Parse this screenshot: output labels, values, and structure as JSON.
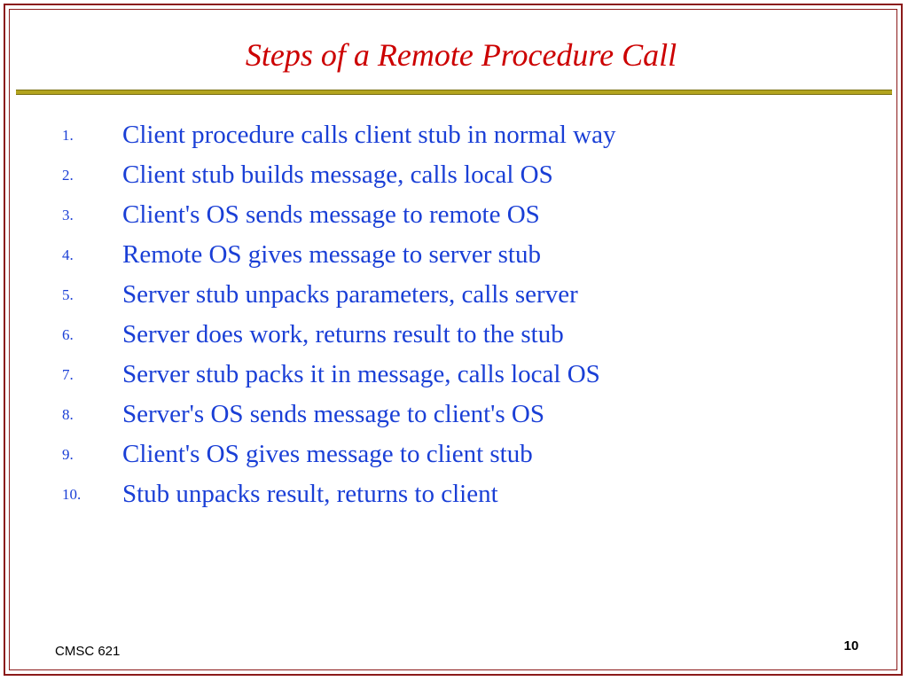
{
  "slide": {
    "title": "Steps of a Remote Procedure Call",
    "colors": {
      "title": "#cc0000",
      "body": "#1a3fd6",
      "frame": "#8b1a1a",
      "rule": "#b3a41e"
    },
    "steps": [
      {
        "number": "1.",
        "text": "Client procedure calls client stub in normal way"
      },
      {
        "number": "2.",
        "text": "Client stub builds message, calls local OS"
      },
      {
        "number": "3.",
        "text": "Client's OS sends message to remote OS"
      },
      {
        "number": "4.",
        "text": "Remote OS gives message to server stub"
      },
      {
        "number": "5.",
        "text": "Server stub unpacks parameters, calls server"
      },
      {
        "number": "6.",
        "text": "Server does work, returns result to the stub"
      },
      {
        "number": "7.",
        "text": "Server stub packs it in message, calls local OS"
      },
      {
        "number": "8.",
        "text": "Server's OS sends message to client's OS"
      },
      {
        "number": "9.",
        "text": "Client's OS gives message to client stub"
      },
      {
        "number": "10.",
        "text": "Stub unpacks result, returns to client"
      }
    ],
    "footer": {
      "course": "CMSC 621",
      "page_number": "10"
    }
  }
}
